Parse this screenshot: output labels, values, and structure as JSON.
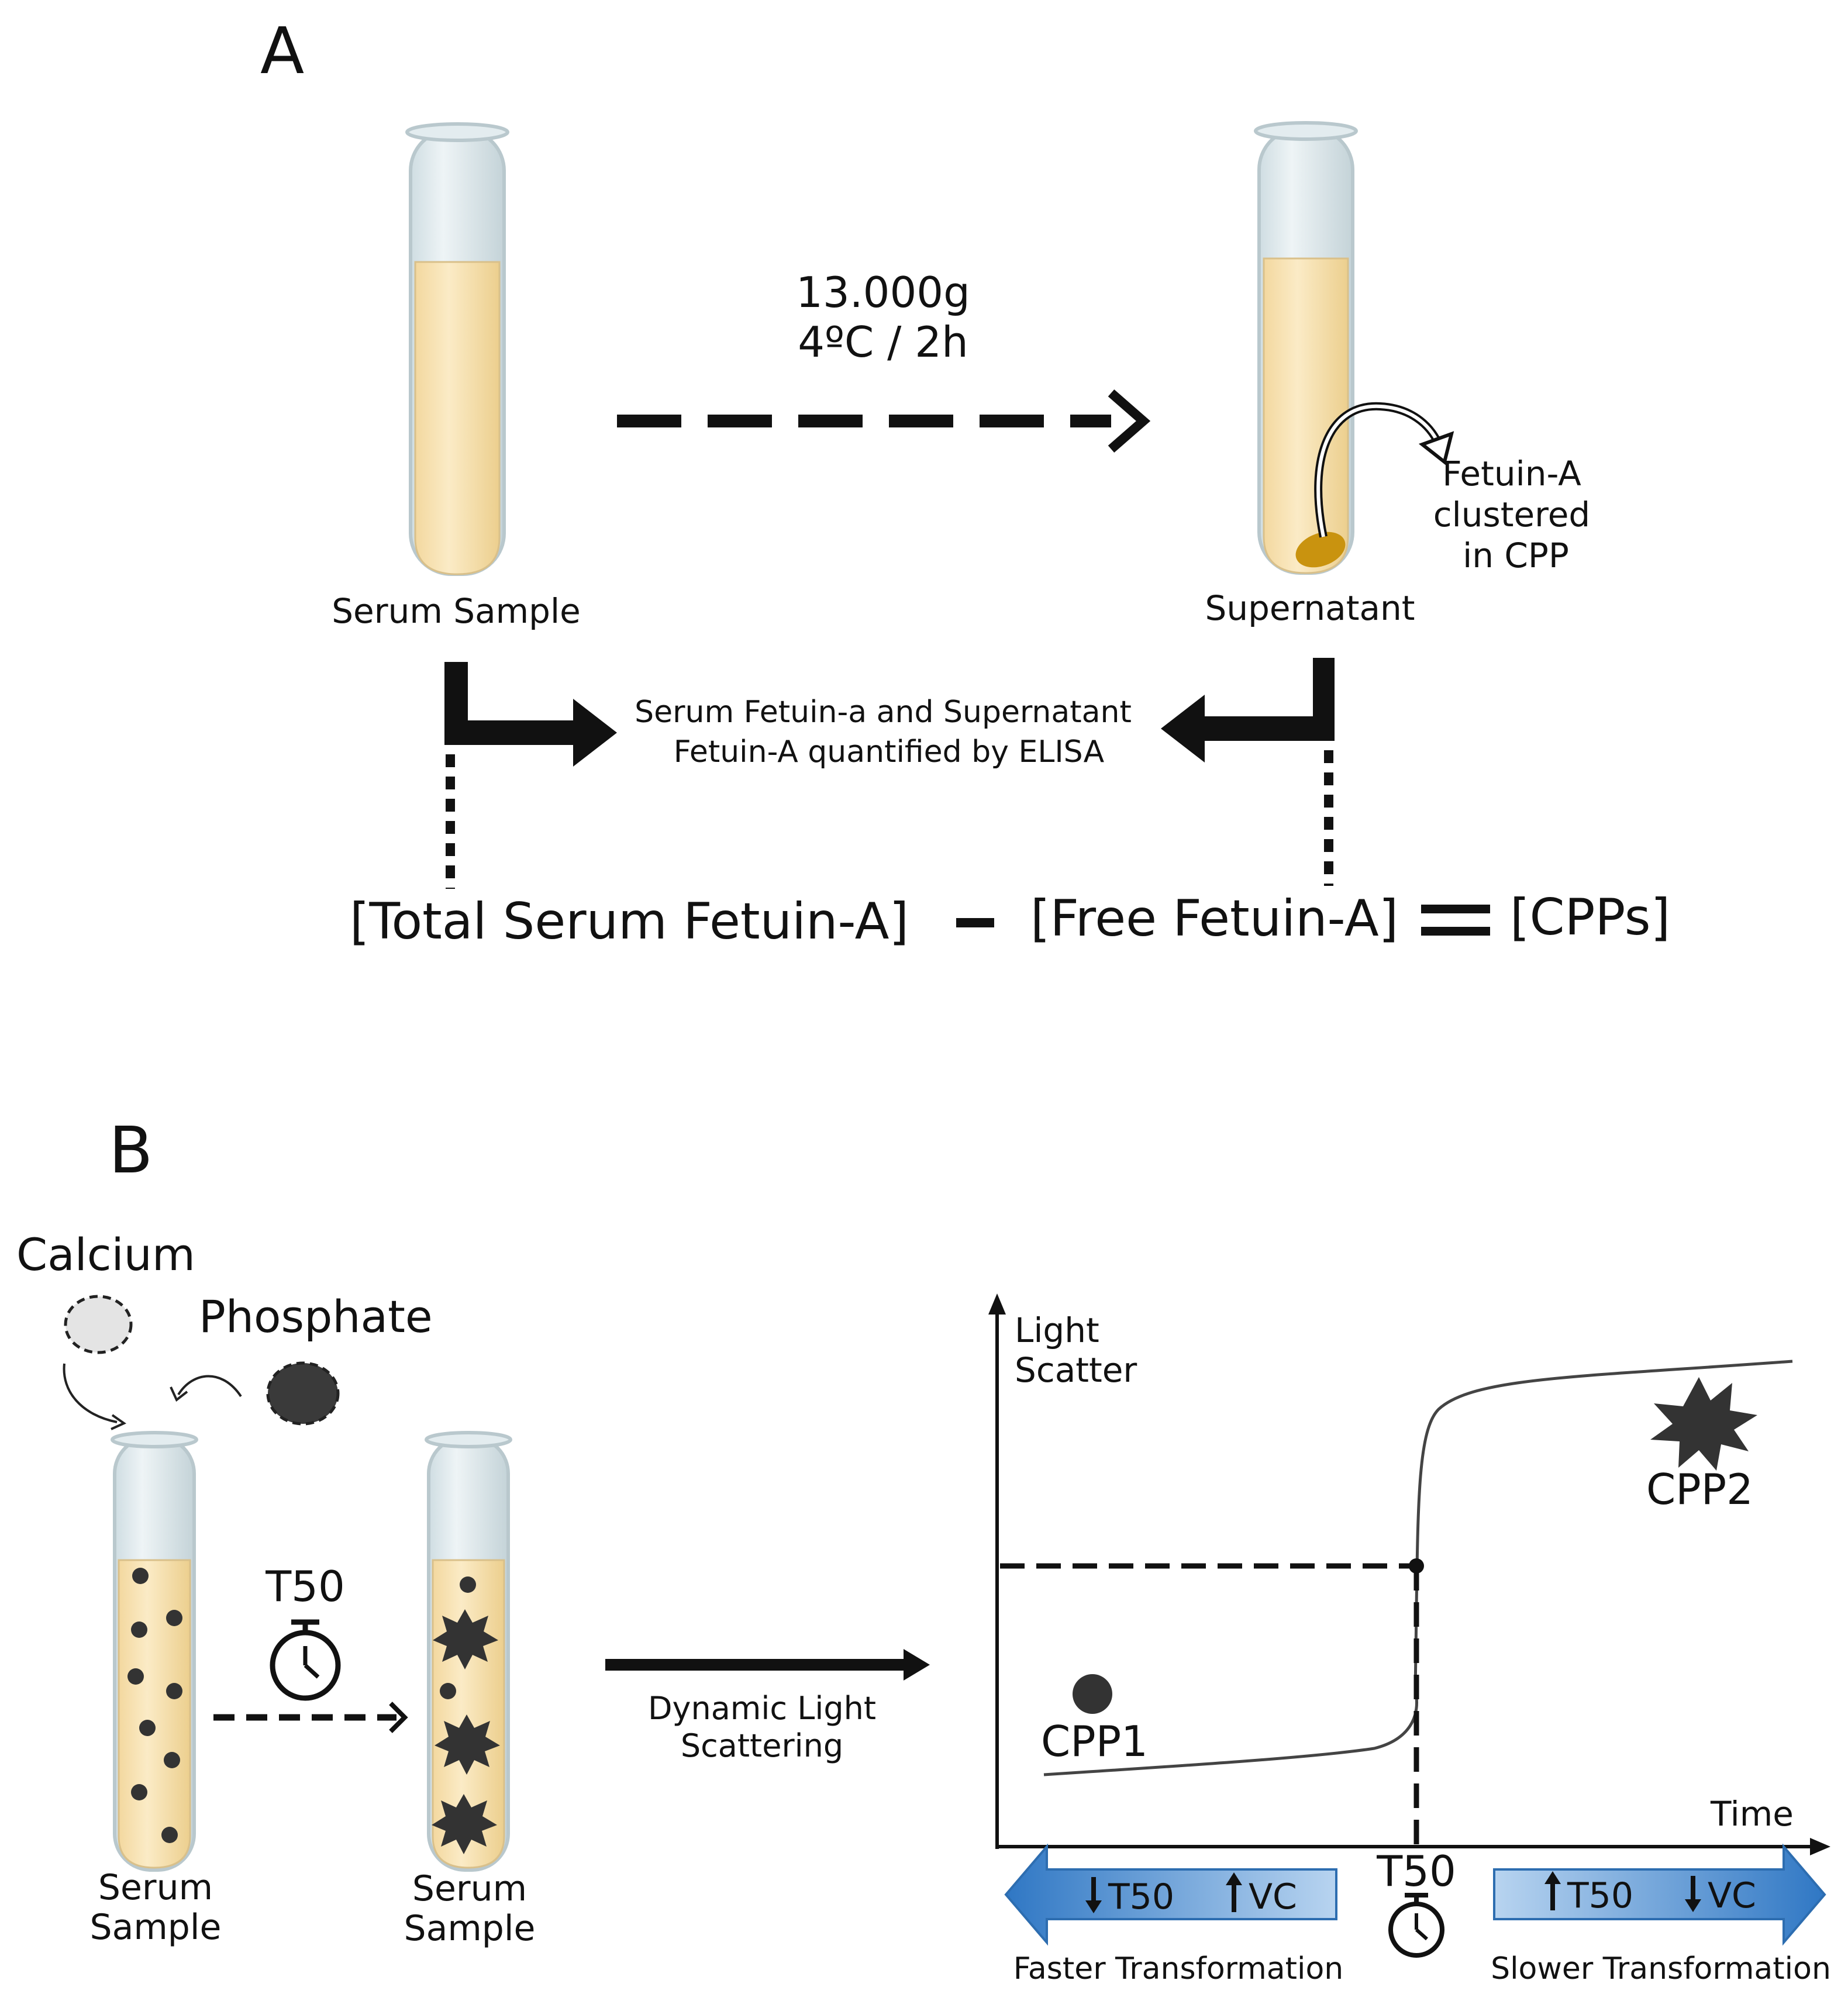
{
  "panel_a": {
    "letter": "A",
    "left_tube_label": "Serum Sample",
    "right_tube_label": "Supernatant",
    "centrifuge_line1": "13.000g",
    "centrifuge_line2": "4ºC  / 2h",
    "pellet_label_line1": "Fetuin-A",
    "pellet_label_line2": "clustered",
    "pellet_label_line3": "in CPP",
    "elisa_line1": "Serum Fetuin-a and Supernatant",
    "elisa_line2": "Fetuin-A quantified by ELISA",
    "equation_total": "[Total Serum Fetuin-A]",
    "equation_free": "[Free Fetuin-A]",
    "equation_cpps": "[CPPs]"
  },
  "panel_b": {
    "letter": "B",
    "calcium_label": "Calcium",
    "phosphate_label": "Phosphate",
    "tube1_label_line1": "Serum",
    "tube1_label_line2": "Sample",
    "tube2_label_line1": "Serum",
    "tube2_label_line2": "Sample",
    "t50_label": "T50",
    "dls_line1": "Dynamic Light",
    "dls_line2": "Scattering"
  },
  "graph": {
    "y_label_line1": "Light",
    "y_label_line2": "Scatter",
    "x_label": "Time",
    "cpp1_label": "CPP1",
    "cpp2_label": "CPP2",
    "t50_label": "T50",
    "left_arrow_t50": "T50",
    "left_arrow_vc": "VC",
    "right_arrow_t50": "T50",
    "right_arrow_vc": "VC",
    "faster_label": "Faster Transformation",
    "slower_label": "Slower Transformation"
  },
  "colors": {
    "serum": "#f7e3b2",
    "pellet": "#c9930f",
    "arrow_blue": "#4d8fd1",
    "particle": "#333333"
  }
}
